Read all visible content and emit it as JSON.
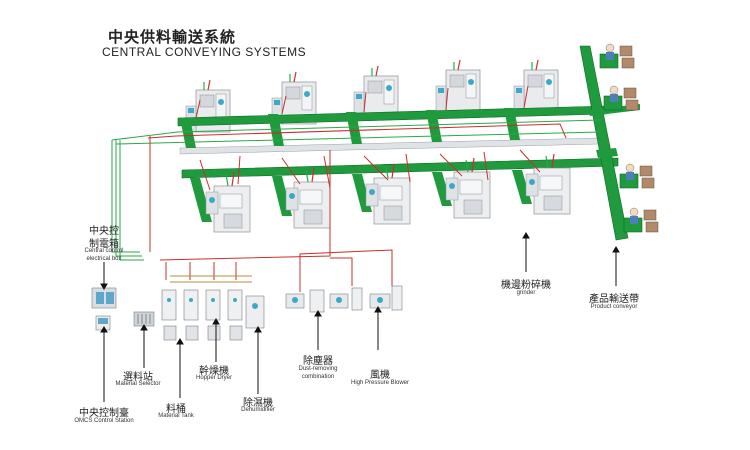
{
  "title": {
    "zh": "中央供料輸送系統",
    "en": "CENTRAL CONVEYING SYSTEMS"
  },
  "labels": {
    "control_box": {
      "zh1": "中央控",
      "zh2": "制電箱",
      "en1": "Central control",
      "en2": "electrical box"
    },
    "selector": {
      "zh": "選料站",
      "en": "Material Selector"
    },
    "dryer": {
      "zh": "幹燥機",
      "en": "Hopper Dryer"
    },
    "tank": {
      "zh": "料桶",
      "en": "Material Tank"
    },
    "dehumidifier": {
      "zh": "除濕機",
      "en": "Dehumidifier"
    },
    "dust": {
      "zh": "除塵器",
      "en1": "Dust-removing",
      "en2": "combination"
    },
    "blower": {
      "zh": "風機",
      "en": "High Pressure Blower"
    },
    "control_station": {
      "zh": "中央控制臺",
      "en": "OMCS Control Station"
    },
    "grinder": {
      "zh": "機邊粉碎機",
      "en": "grinder"
    },
    "conveyor": {
      "zh": "產品輸送帶",
      "en": "Product conveyor"
    }
  },
  "colors": {
    "belt": "#1f9a3c",
    "pipe_red": "#c8302c",
    "pipe_green": "#2aa84a",
    "machine": "#e6e8ea",
    "accent": "#3ca9c9"
  }
}
